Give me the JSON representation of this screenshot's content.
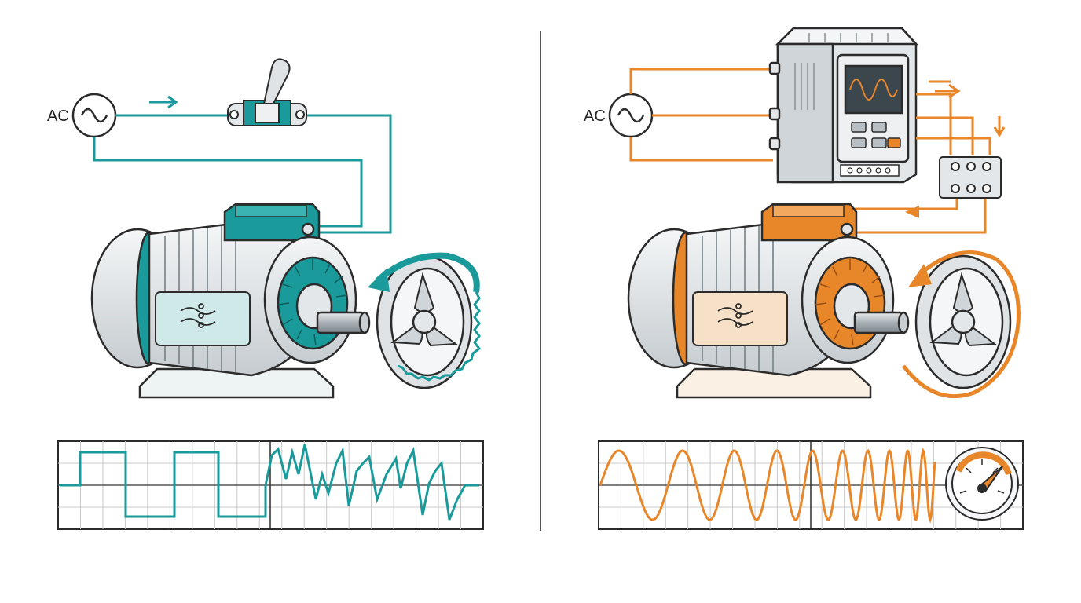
{
  "left_panel": {
    "source_label": "AC",
    "accent_color": "#1a9a9a",
    "icons": [
      "ac-source-icon",
      "toggle-switch-icon",
      "motor-icon",
      "fan-icon",
      "jagged-rotation-arrow-icon"
    ],
    "waveform": {
      "style": "square-then-jagged",
      "color": "#1a9a9a"
    }
  },
  "right_panel": {
    "source_label": "AC",
    "accent_color": "#e8862a",
    "icons": [
      "ac-source-icon",
      "vfd-drive-icon",
      "terminal-block-icon",
      "motor-icon",
      "fan-icon",
      "smooth-rotation-arrow-icon",
      "speed-gauge-icon"
    ],
    "waveform": {
      "style": "sine-increasing-frequency",
      "color": "#e8862a"
    }
  },
  "colors": {
    "divider": "#555555",
    "outline": "#2b2b2b",
    "metal": "#d9dde0",
    "grid": "#c9c9c9"
  }
}
